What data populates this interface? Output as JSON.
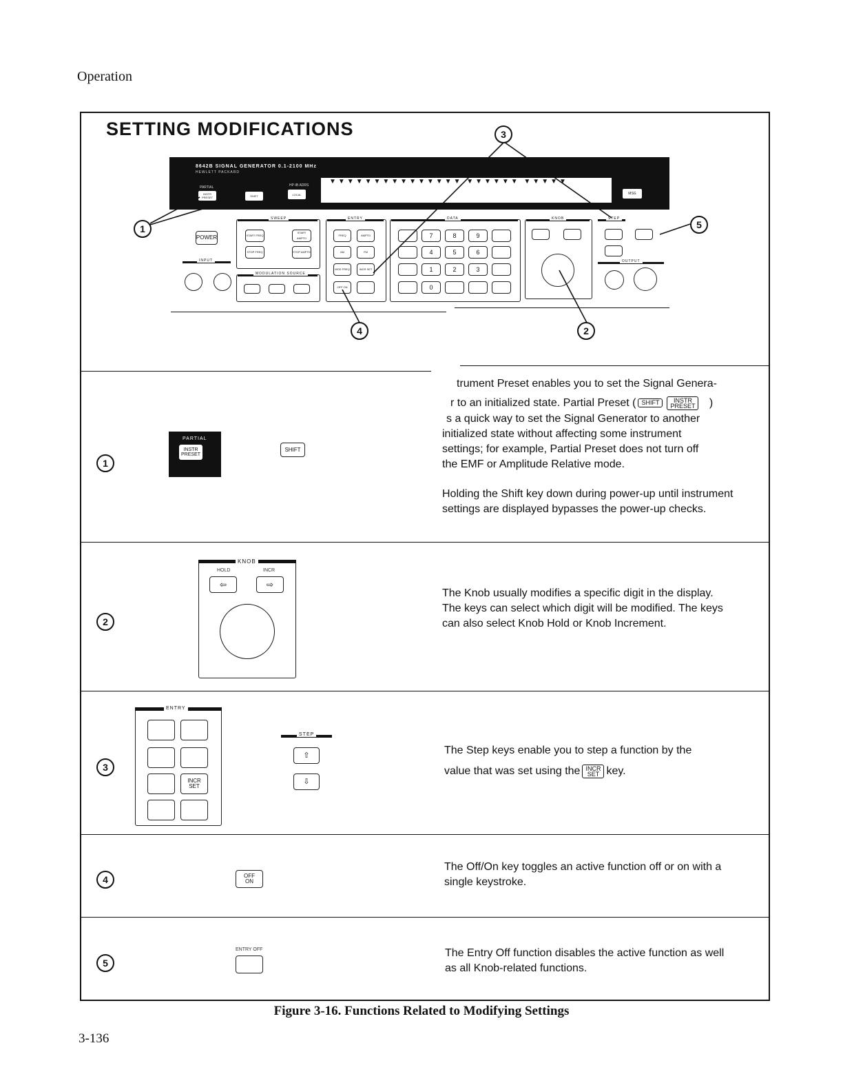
{
  "page": {
    "header": "Operation",
    "title": "SETTING MODIFICATIONS",
    "caption": "Figure 3-16. Functions Related to Modifying Settings",
    "page_number": "3-136"
  },
  "front_panel": {
    "model_line": "8642B SIGNAL GENERATOR 0.1-2100 MHz",
    "brand_line": "HEWLETT PACKARD",
    "keys": {
      "partial": "PARTIAL",
      "instr_preset": "INSTR PRESET",
      "shift": "SHIFT",
      "hpib_adrs": "HP-IB ADRS",
      "local": "LOCAL",
      "msg": "MSG",
      "power": "POWER",
      "input": "INPUT",
      "sweep": "SWEEP",
      "start_freq": "START FREQ",
      "stop_freq": "STOP FREQ",
      "start_ampl": "START AMPTD",
      "stop_ampl": "STOP AMPTD",
      "entry": "ENTRY",
      "freq": "FREQ",
      "amptd": "AMPTD",
      "am": "AM",
      "fm": "FM",
      "mod_freq": "MOD FREQ",
      "incr_set": "INCR SET",
      "off_on": "OFF ON",
      "data": "DATA",
      "knob": "KNOB",
      "step": "STEP",
      "output": "OUTPUT",
      "modulation_source": "MODULATION SOURCE"
    },
    "digits": [
      "7",
      "8",
      "9",
      "4",
      "5",
      "6",
      "1",
      "2",
      "3",
      "0"
    ]
  },
  "rows": [
    {
      "num": "1",
      "partial_label": "PARTIAL",
      "instr_label": "INSTR",
      "preset_label": "PRESET",
      "shift_label": "SHIFT",
      "desc_lines": [
        "trument Preset enables you to set the Signal Genera-",
        "r to an initialized state. Partial Preset (",
        ")",
        "s a quick way to set the Signal Generator to another",
        "initialized state without affecting some instrument",
        "settings; for example, Partial Preset does not turn off",
        "the EMF or Amplitude Relative mode."
      ],
      "desc2": "Holding the Shift key down during power-up until instrument settings are displayed bypasses the power-up checks."
    },
    {
      "num": "2",
      "knob_label": "KNOB",
      "hold_label": "HOLD",
      "incr_label": "INCR",
      "desc": "The Knob usually modifies a specific digit in the display. The keys can select which digit will be modified. The keys can also select Knob Hold or Knob Increment."
    },
    {
      "num": "3",
      "entry_label": "ENTRY",
      "step_label": "STEP",
      "incr_label": "INCR",
      "set_label": "SET",
      "desc_a": "The Step keys enable you to step a function by the",
      "desc_b": "value that was set using the",
      "desc_c": "key."
    },
    {
      "num": "4",
      "off_label": "OFF",
      "on_label": "ON",
      "desc": "The Off/On key toggles an active function off or on with a single keystroke."
    },
    {
      "num": "5",
      "entry_off_label": "ENTRY OFF",
      "desc": "The Entry Off function disables the active function as well as all Knob-related functions."
    }
  ],
  "callouts": [
    "1",
    "2",
    "3",
    "4",
    "5"
  ]
}
